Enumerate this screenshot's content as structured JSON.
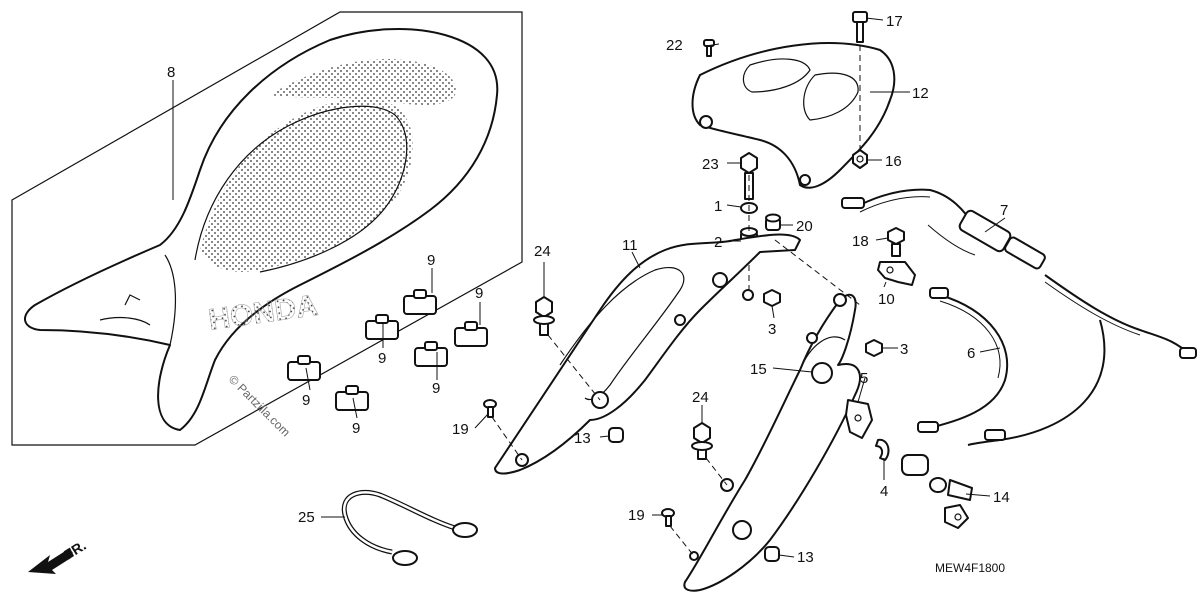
{
  "diagram": {
    "part_numbers": {
      "p1": "1",
      "p2": "2",
      "p3a": "3",
      "p3b": "3",
      "p4": "4",
      "p5": "5",
      "p6": "6",
      "p7": "7",
      "p8": "8",
      "p9a": "9",
      "p9b": "9",
      "p9c": "9",
      "p9d": "9",
      "p9e": "9",
      "p9f": "9",
      "p10": "10",
      "p11": "11",
      "p12": "12",
      "p13a": "13",
      "p13b": "13",
      "p14": "14",
      "p15": "15",
      "p16": "16",
      "p17": "17",
      "p18": "18",
      "p19a": "19",
      "p19b": "19",
      "p20": "20",
      "p22": "22",
      "p23": "23",
      "p24a": "24",
      "p24b": "24",
      "p25": "25"
    },
    "diagram_code": "MEW4F1800",
    "watermark": "© Partzilla.com",
    "direction_label": "FR.",
    "seat_logo": "HONDA"
  }
}
